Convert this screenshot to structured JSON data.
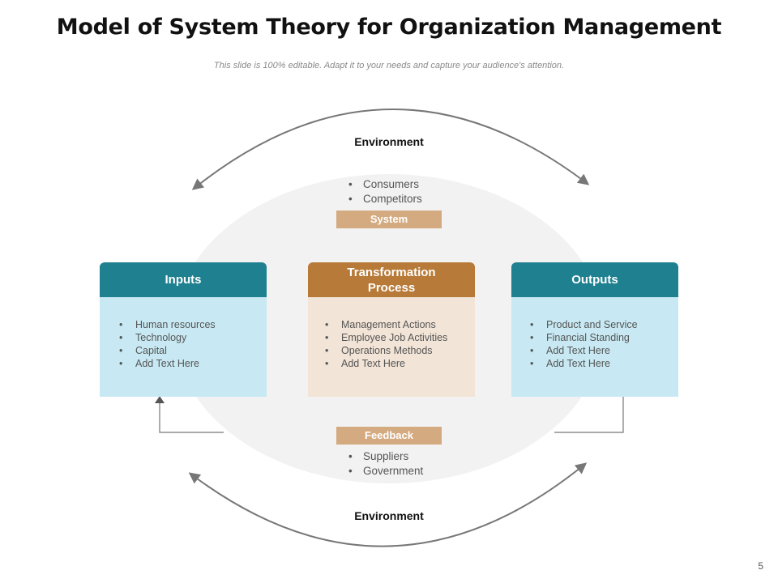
{
  "title": "Model of System Theory for Organization Management",
  "subtitle": "This slide is 100% editable. Adapt it to your needs and capture your audience's attention.",
  "environment_top": "Environment",
  "environment_bottom": "Environment",
  "system": {
    "label": "System",
    "items": [
      "Consumers",
      "Competitors"
    ]
  },
  "feedback": {
    "label": "Feedback",
    "items": [
      "Suppliers",
      "Government"
    ]
  },
  "inputs": {
    "title": "Inputs",
    "items": [
      "Human resources",
      "Technology",
      "Capital",
      "Add Text Here"
    ]
  },
  "process": {
    "title": "Transformation Process",
    "items": [
      "Management Actions",
      "Employee Job Activities",
      "Operations Methods",
      "Add Text Here"
    ]
  },
  "outputs": {
    "title": "Outputs",
    "items": [
      "Product and Service",
      "Financial Standing",
      "Add Text Here",
      "Add Text Here"
    ]
  },
  "page_number": "5",
  "colors": {
    "teal": "#1f8090",
    "light_blue": "#c8e9f3",
    "brown": "#b87a38",
    "beige": "#f2e4d6",
    "tag_tan": "#d4aa80",
    "ellipse_grey": "#f2f2f2"
  }
}
